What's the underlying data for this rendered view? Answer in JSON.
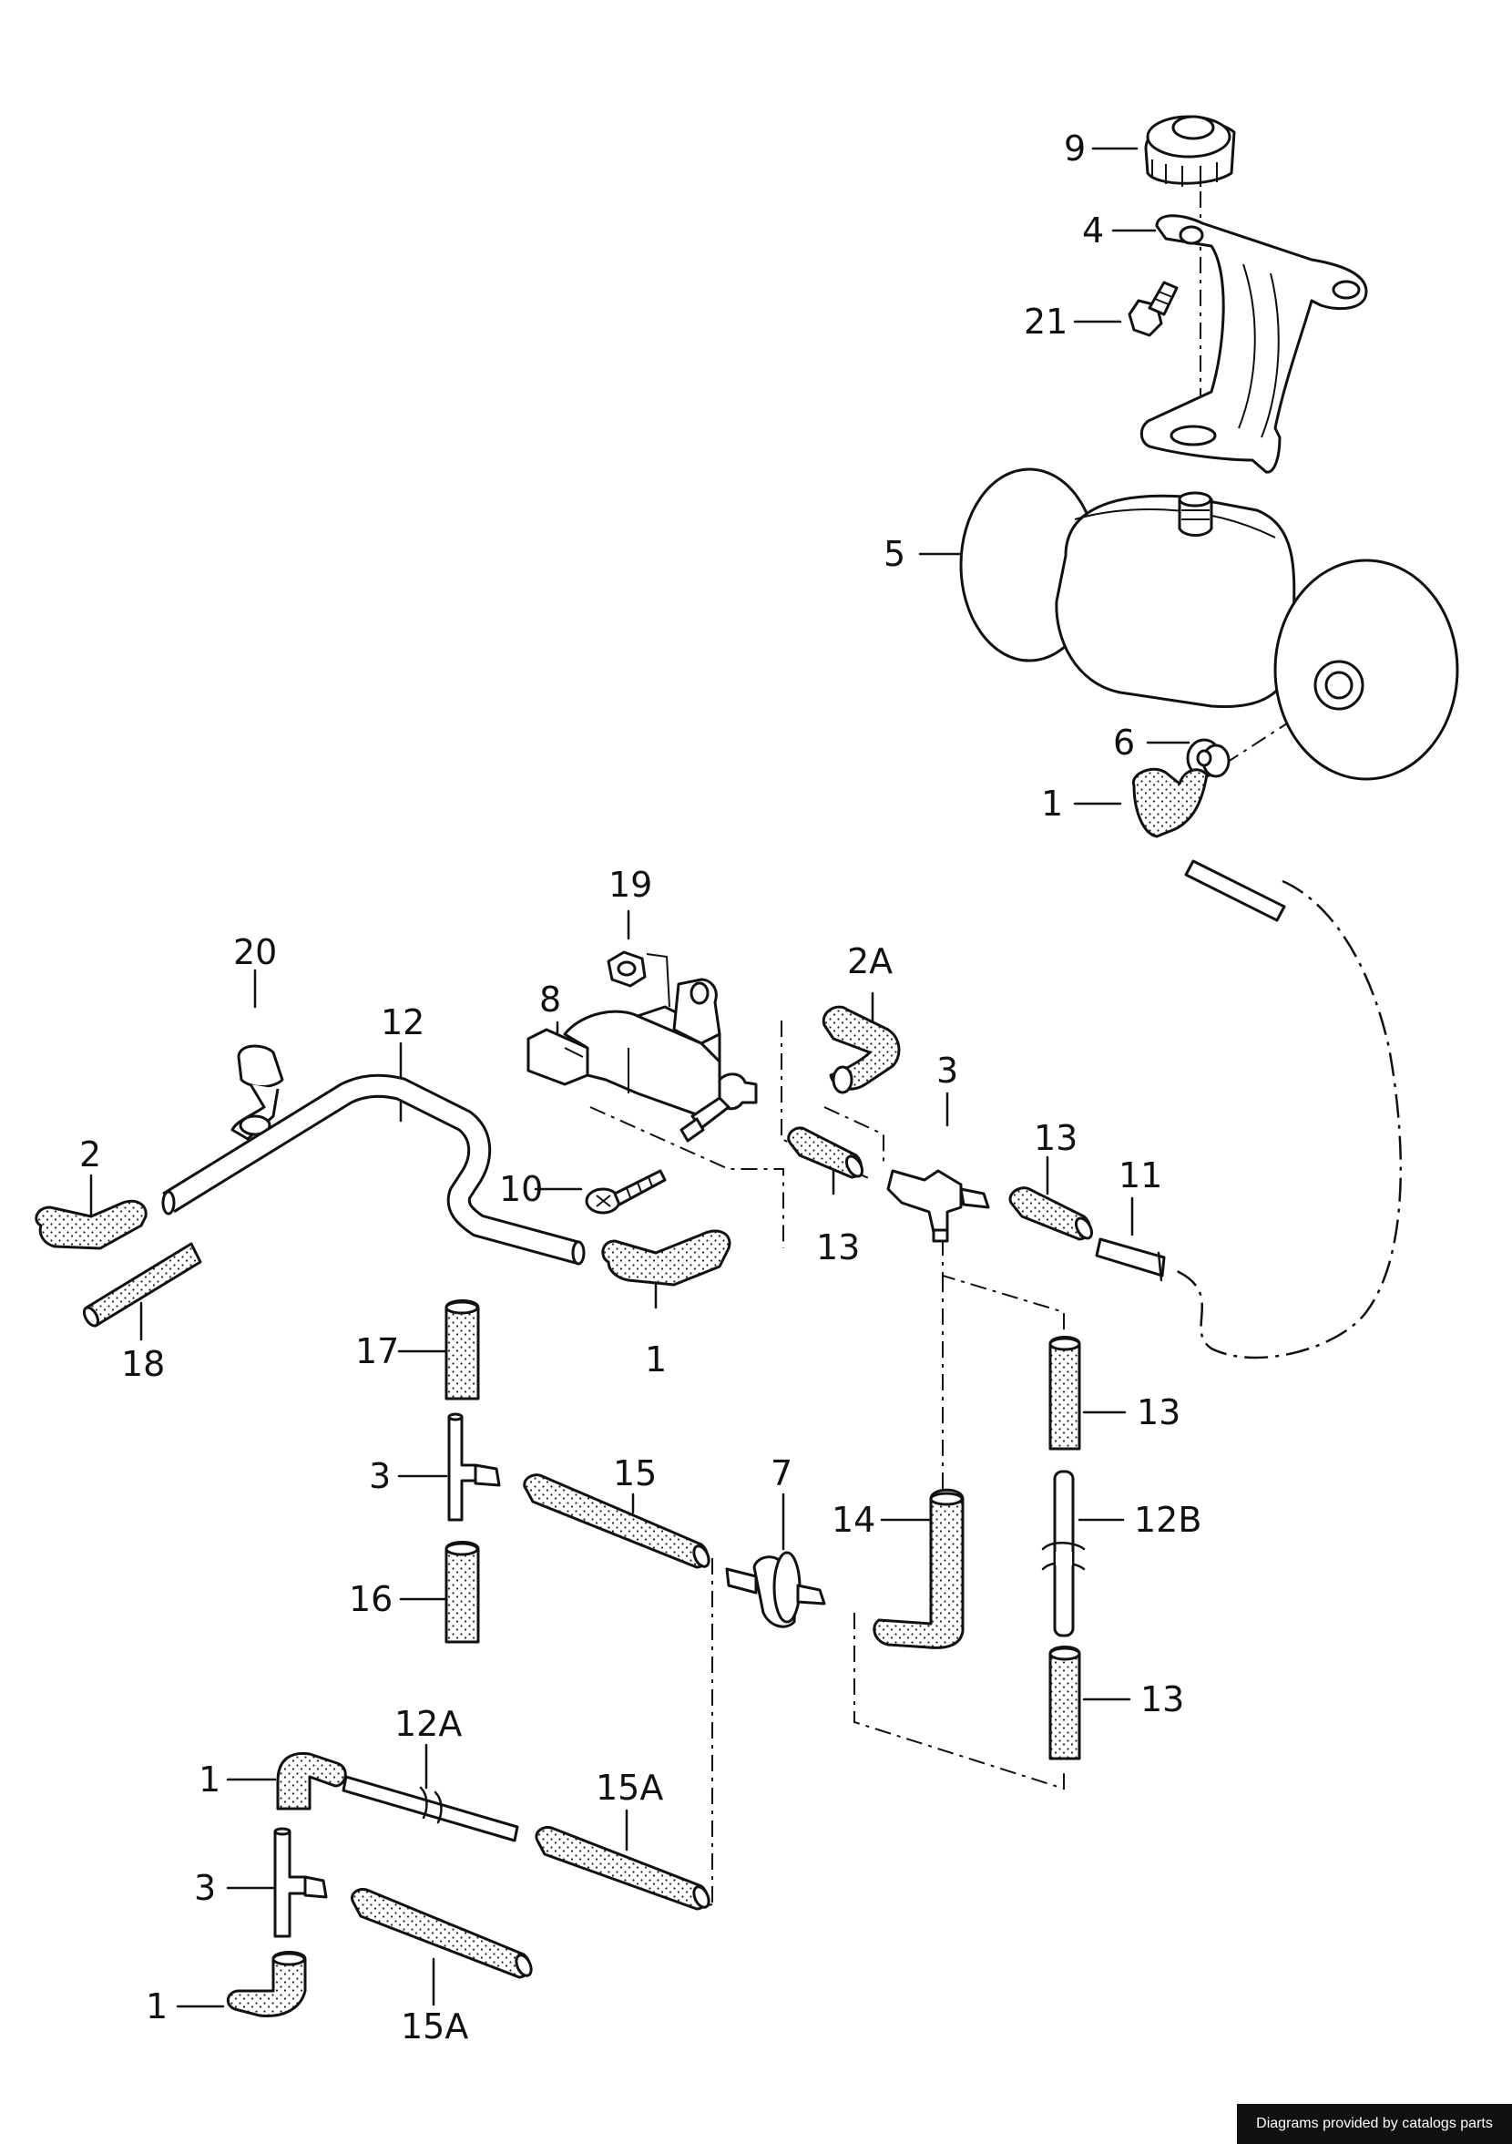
{
  "labels": {
    "p9": "9",
    "p4": "4",
    "p21": "21",
    "p5": "5",
    "p6": "6",
    "p1a": "1",
    "p19": "19",
    "p20": "20",
    "p2a": "2A",
    "p8": "8",
    "p12": "12",
    "p3a": "3",
    "p2": "2",
    "p10": "10",
    "p13a": "13",
    "p13b": "13",
    "p11": "11",
    "p1b": "1",
    "p18": "18",
    "p17": "17",
    "p13c": "13",
    "p3b": "3",
    "p15": "15",
    "p7": "7",
    "p14": "14",
    "p12b": "12B",
    "p16": "16",
    "p13d": "13",
    "p12a": "12A",
    "p1c": "1",
    "p15a1": "15A",
    "p3c": "3",
    "p1d": "1",
    "p15a2": "15A"
  },
  "credit": "Diagrams provided by catalogs parts"
}
